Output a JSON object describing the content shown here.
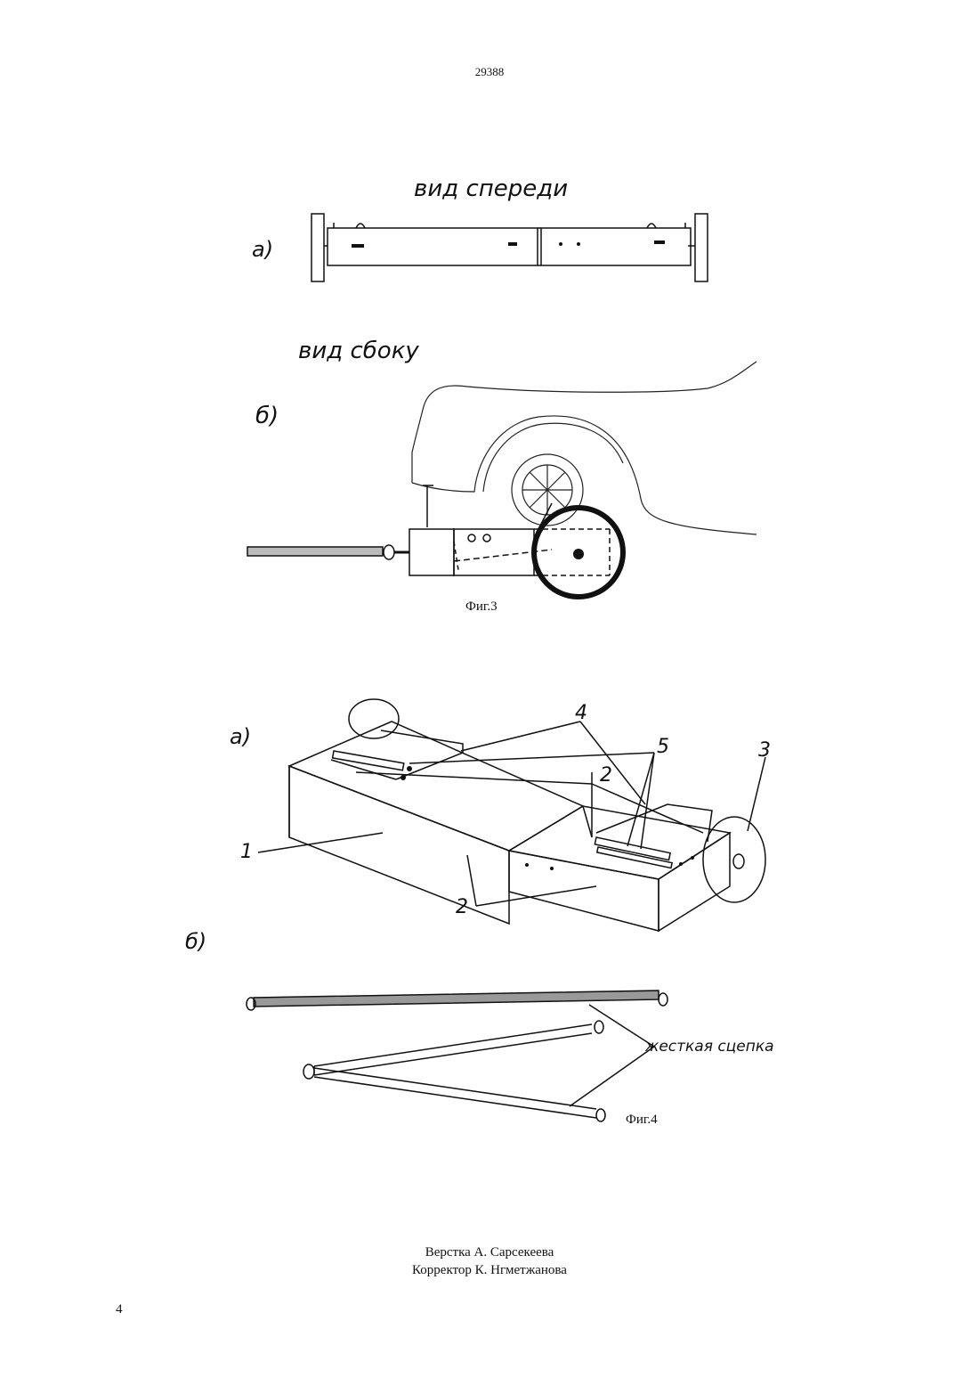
{
  "header": {
    "doc_number": "29388"
  },
  "fig3": {
    "view_a_label": "вид спереди",
    "view_b_label": "вид сбоку",
    "part_a": "а)",
    "part_b": "б)",
    "caption": "Фиг.3"
  },
  "fig4": {
    "part_a": "а)",
    "part_b": "б)",
    "callouts": [
      "1",
      "2",
      "2",
      "3",
      "4",
      "5"
    ],
    "rigid_hitch_label": "жесткая сцепка",
    "caption": "Фиг.4"
  },
  "footer": {
    "layout_credit": "Верстка А. Сарсекеева",
    "corrector_credit": "Корректор К. Нгметжанова"
  },
  "page_number": "4"
}
